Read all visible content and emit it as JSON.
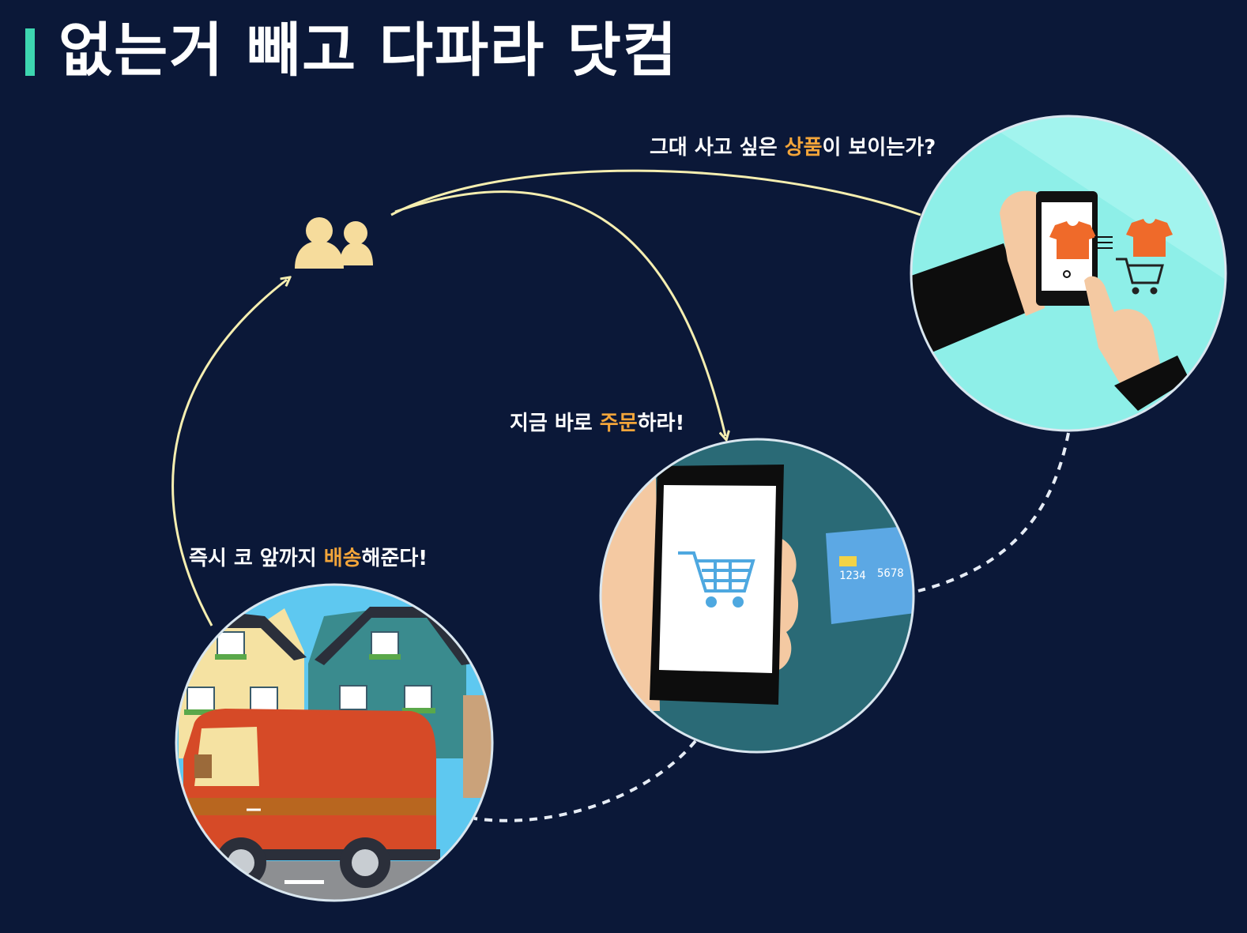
{
  "slide": {
    "title": "없는거 빼고 다파라 닷컴"
  },
  "captions": {
    "product": {
      "before": "그대 사고 싶은 ",
      "highlight": "상품",
      "after": "이 보이는가?"
    },
    "order": {
      "before": "지금 바로 ",
      "highlight": "주문",
      "after": "하라!"
    },
    "delivery": {
      "before": "즉시 코 앞까지 ",
      "highlight": "배송",
      "after": "해준다!"
    }
  },
  "card": {
    "number_left": "1234",
    "number_right": "5678"
  },
  "colors": {
    "background": "#0b1838",
    "accent_bar": "#3dd6b0",
    "highlight": "#f3a53a",
    "arrow": "#f5eeb0",
    "users_icon": "#f6dc9c"
  },
  "icons": {
    "users": "users-icon",
    "cart": "shopping-cart-icon",
    "shirt": "t-shirt-icon",
    "truck": "delivery-truck-icon",
    "card": "credit-card-icon"
  }
}
